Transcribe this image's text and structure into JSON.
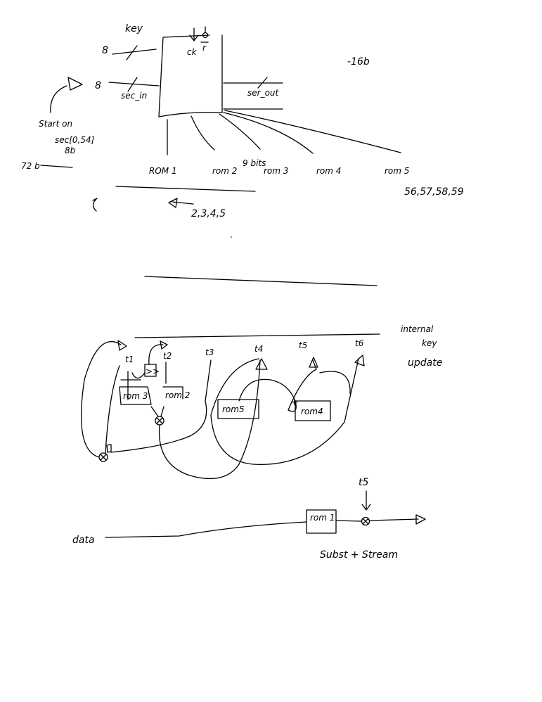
{
  "colors": {
    "ink": "#000000",
    "paper": "#ffffff"
  },
  "top_block": {
    "key_label": "key",
    "key_width": "8",
    "sec_in_width": "8",
    "sec_in_label": "sec_in",
    "clk_label": "ck",
    "reset_label": "r",
    "ser_out_label": "ser_out",
    "size_note": "-16b",
    "start_note": [
      "Start on",
      "sec[0,54]",
      "8b"
    ],
    "width_72": "72 b",
    "rom_labels": [
      "ROM 1",
      "rom 2",
      "rom 3",
      "rom 4",
      "rom 5"
    ],
    "bits_note": "9 bits",
    "rom5_bits": "56,57,58,59",
    "bits_2345": "2,3,4,5"
  },
  "key_update": {
    "taps": [
      "t1",
      "t2",
      "t3",
      "t4",
      "t5",
      "t6"
    ],
    "title": [
      "internal",
      "key",
      "update"
    ],
    "shift_label": ">>",
    "roms": [
      "rom 3",
      "rom 2",
      "rom5",
      "rom4"
    ],
    "plus": "+"
  },
  "stream": {
    "input_label": "data",
    "rom_label": "rom 1",
    "tap_label": "t5",
    "caption": "Subst + Stream"
  }
}
